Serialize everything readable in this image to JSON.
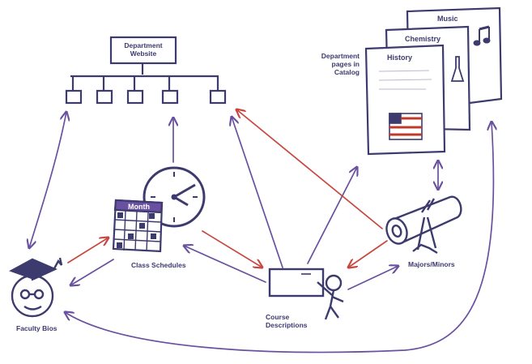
{
  "colors": {
    "ink": "#3d3a6e",
    "accent_arrow": "#c8473f",
    "flow_arrow": "#6a50a0",
    "flag_red": "#c0392b",
    "page_bg": "#ffffff"
  },
  "labels": {
    "department_website": "Department\nWebsite",
    "department_pages": "Department\npages in\nCatalog",
    "page_music": "Music",
    "page_chemistry": "Chemistry",
    "page_history": "History",
    "calendar_month": "Month",
    "class_schedules": "Class Schedules",
    "majors_minors": "Majors/Minors",
    "course_descriptions": "Course\nDescriptions",
    "faculty_bios": "Faculty Bios"
  },
  "icons": {
    "website_tree": "sitemap-icon",
    "catalog_pages": "document-stack-icon",
    "music": "music-note-icon",
    "clock": "clock-icon",
    "calendar": "calendar-icon",
    "diploma": "diploma-scroll-icon",
    "course": "stick-figure-chalkboard-icon",
    "faculty": "graduate-face-icon"
  }
}
